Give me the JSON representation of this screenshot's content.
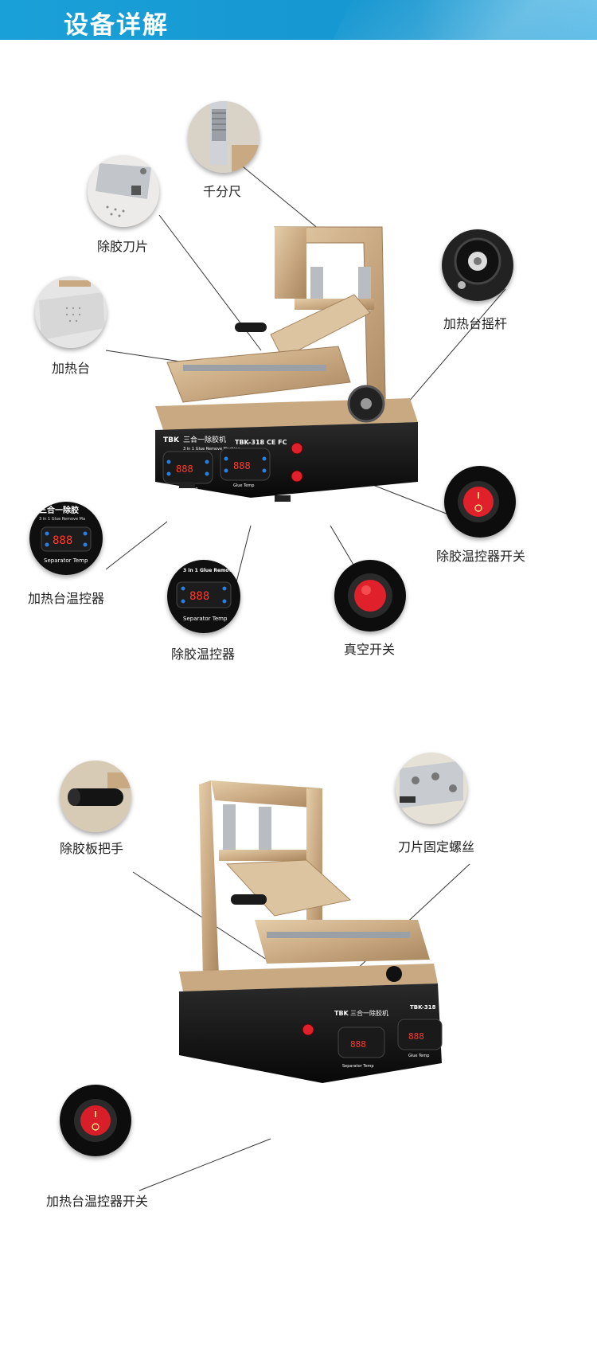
{
  "header": {
    "title": "设备详解"
  },
  "section1": {
    "labels": {
      "micrometer": "千分尺",
      "glue_blade": "除胶刀片",
      "heating_rocker": "加热台摇杆",
      "heating_stage": "加热台",
      "glue_temp_switch": "除胶温控器开关",
      "heating_temp_controller": "加热台温控器",
      "vacuum_switch": "真空开关",
      "glue_temp_controller": "除胶温控器"
    },
    "panel": {
      "brand": "TBK",
      "name_cn": "三合一除胶机",
      "name_en": "3 in 1 Glue Remove Machine",
      "model": "TBK-318",
      "cert": "CE FC",
      "display": "888",
      "separator_label": "Separator Temp",
      "glue_label": "Glue Temp",
      "zoom_name_cn": "三合一除胶",
      "zoom_name_en": "3 in 1 Glue Remove Ma"
    }
  },
  "section2": {
    "labels": {
      "handle": "除胶板把手",
      "blade_screw": "刀片固定螺丝",
      "heating_temp_switch": "加热台温控器开关"
    }
  },
  "colors": {
    "banner": "#1596d0",
    "gold": "#c9a982",
    "machine_body": "#141414",
    "switch_red": "#e0202a",
    "display_red": "#ff3b2f"
  }
}
